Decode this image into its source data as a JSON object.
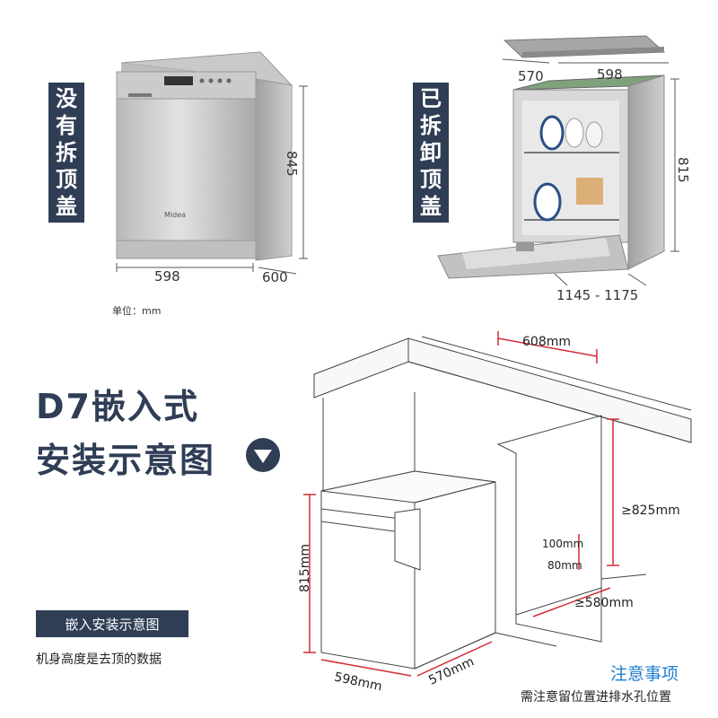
{
  "top_left": {
    "label_chars": [
      "没",
      "有",
      "拆",
      "顶",
      "盖"
    ],
    "dim_width": "598",
    "dim_depth": "600",
    "dim_height": "845",
    "unit": "单位：mm",
    "brand": "Midea"
  },
  "top_right": {
    "label_chars": [
      "已",
      "拆",
      "卸",
      "顶",
      "盖"
    ],
    "dim_depth": "570",
    "dim_width": "598",
    "dim_height": "815",
    "dim_open": "1145 - 1175"
  },
  "install": {
    "title_line1": "D7嵌入式",
    "title_line2": "安装示意图",
    "tag": "嵌入安装示意图",
    "body_note": "机身高度是去顶的数据",
    "dim_608": "608mm",
    "dim_825": "≥825mm",
    "dim_100": "100mm",
    "dim_80": "80mm",
    "dim_580": "≥580mm",
    "dim_815": "815mm",
    "dim_598": "598mm",
    "dim_570": "570mm",
    "notice_title": "注意事项",
    "notice_text": "需注意留位置进排水孔位置"
  },
  "colors": {
    "navy": "#2f3d55",
    "red_dim": "#d42a35",
    "notice_blue": "#1d7fd0"
  }
}
